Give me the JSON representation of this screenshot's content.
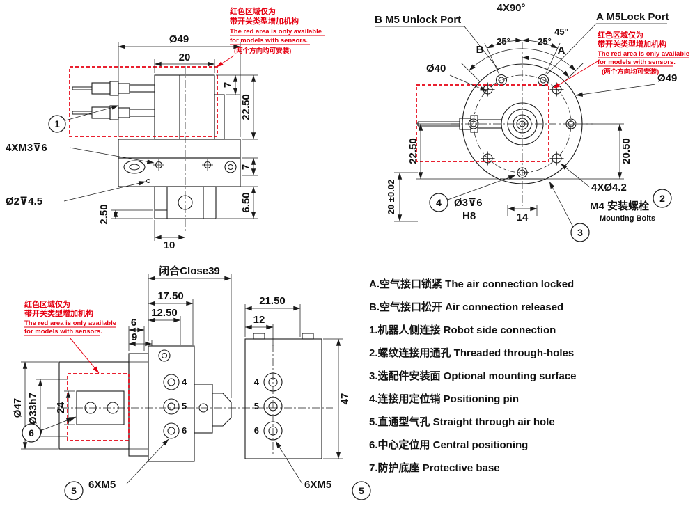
{
  "red_note": {
    "cn1": "红色区域仅为",
    "cn2": "带开关类型增加机构",
    "en1": "The red area is only available",
    "en2": "for models with sensors.",
    "cn3": "(两个方向均可安装)"
  },
  "side_view": {
    "dim_d49": "Ø49",
    "dim_20": "20",
    "dim_7_top": "7",
    "dim_2250": "22.50",
    "label_4xm3": "4XM3⊽6",
    "label_d2": "Ø2⊽4.5",
    "dim_7_mid": "7",
    "dim_650": "6.50",
    "dim_250": "2.50",
    "dim_10": "10",
    "callout_1": "1"
  },
  "front_view": {
    "dim_4x90": "4X90°",
    "port_b": "B M5 Unlock Port",
    "port_a": "A M5Lock Port",
    "dim_45": "45°",
    "dim_25_left": "25°",
    "dim_25_right": "25°",
    "letter_b": "B",
    "letter_a": "A",
    "dim_d40": "Ø40",
    "dim_d49": "Ø49",
    "dim_2250": "22.50",
    "dim_2050": "20.50",
    "dim_20_tol": "20 ±0.02",
    "label_d3": "Ø3⊽6",
    "label_h8": "H8",
    "dim_14": "14",
    "label_4xd42": "4XØ4.2",
    "label_m4_cn": "M4 安装螺栓",
    "label_m4_en": "Mounting Bolts",
    "callout_2": "2",
    "callout_3": "3",
    "callout_4": "4"
  },
  "bottom_view": {
    "dim_close": "闭合Close39",
    "dim_1750": "17.50",
    "dim_1250": "12.50",
    "dim_6": "6",
    "dim_9": "9",
    "dim_2150": "21.50",
    "dim_12": "12",
    "dim_d47": "Ø47",
    "dim_d33h7": "Ø33h7",
    "dim_24": "24",
    "dim_47": "47",
    "label_6xm5_left": "6XM5",
    "label_6xm5_right": "6XM5",
    "callout_5_left": "5",
    "callout_5_right": "5",
    "callout_6": "6",
    "port_4": "4",
    "port_5": "5",
    "port_6": "6"
  },
  "legend": {
    "items": [
      "A.空气接口锁紧 The air connection locked",
      "B.空气接口松开 Air connection released",
      "1.机器人侧连接 Robot side connection",
      "2.螺纹连接用通孔 Threaded through-holes",
      "3.选配件安装面 Optional mounting surface",
      "4.连接用定位销 Positioning pin",
      "5.直通型气孔 Straight through air hole",
      "6.中心定位用 Central positioning",
      "7.防护底座 Protective base"
    ]
  }
}
